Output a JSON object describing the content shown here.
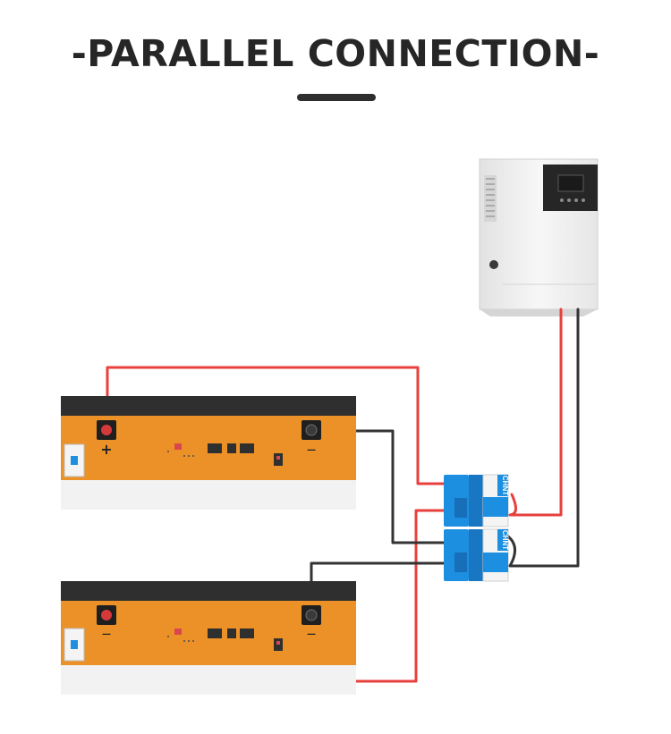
{
  "title": "-PARALLEL CONNECTION-",
  "colors": {
    "positive_wire": "#e8403d",
    "negative_wire": "#333333",
    "battery_orange": "#ec9128",
    "battery_cap": "#2f2f2f",
    "battery_base": "#f2f2f2",
    "breaker_blue": "#1c8fe0",
    "inverter_body": "#f1f1f1",
    "inverter_panel": "#262626"
  },
  "battery_top": {
    "positive_label": "+",
    "negative_label": "—"
  },
  "battery_bottom": {
    "positive_label": "—",
    "negative_label": "—"
  },
  "breaker_top": {
    "brand": "CHNT"
  },
  "breaker_bottom": {
    "brand": "CHNT"
  }
}
